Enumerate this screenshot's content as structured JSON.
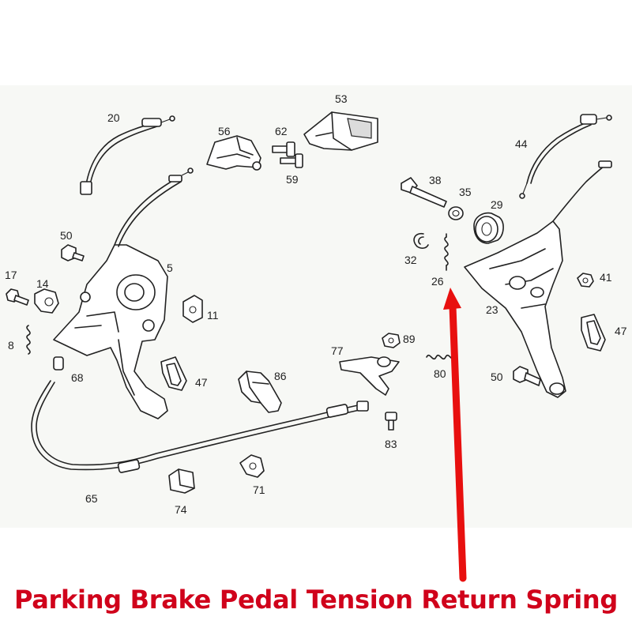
{
  "caption": {
    "text": "Parking Brake Pedal Tension Return Spring",
    "color": "#d0021b"
  },
  "arrow": {
    "color": "#e8100f",
    "target_part": "26"
  },
  "parts": [
    {
      "id": "20",
      "label": "20"
    },
    {
      "id": "56",
      "label": "56"
    },
    {
      "id": "62",
      "label": "62"
    },
    {
      "id": "53",
      "label": "53"
    },
    {
      "id": "59",
      "label": "59"
    },
    {
      "id": "44",
      "label": "44"
    },
    {
      "id": "38",
      "label": "38"
    },
    {
      "id": "35",
      "label": "35"
    },
    {
      "id": "29",
      "label": "29"
    },
    {
      "id": "50a",
      "label": "50"
    },
    {
      "id": "5",
      "label": "5"
    },
    {
      "id": "32",
      "label": "32"
    },
    {
      "id": "26",
      "label": "26"
    },
    {
      "id": "41",
      "label": "41"
    },
    {
      "id": "17",
      "label": "17"
    },
    {
      "id": "14",
      "label": "14"
    },
    {
      "id": "11",
      "label": "11"
    },
    {
      "id": "23",
      "label": "23"
    },
    {
      "id": "47a",
      "label": "47"
    },
    {
      "id": "8",
      "label": "8"
    },
    {
      "id": "77",
      "label": "77"
    },
    {
      "id": "89",
      "label": "89"
    },
    {
      "id": "68",
      "label": "68"
    },
    {
      "id": "86",
      "label": "86"
    },
    {
      "id": "47b",
      "label": "47"
    },
    {
      "id": "80",
      "label": "80"
    },
    {
      "id": "50b",
      "label": "50"
    },
    {
      "id": "83",
      "label": "83"
    },
    {
      "id": "65",
      "label": "65"
    },
    {
      "id": "71",
      "label": "71"
    },
    {
      "id": "74",
      "label": "74"
    }
  ]
}
